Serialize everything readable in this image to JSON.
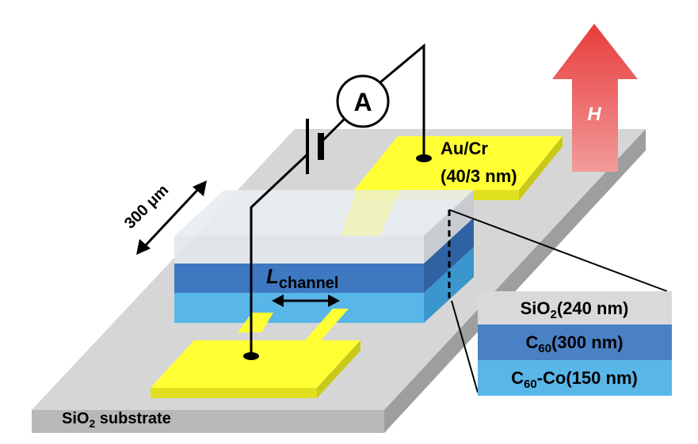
{
  "labels": {
    "ammeter": "A",
    "field": "H",
    "electrode_line1": "Au/Cr",
    "electrode_line2": "(40/3 nm)",
    "scale": "300 μm",
    "channel_L": "L",
    "channel_sub": "channel",
    "substrate_main": "SiO",
    "substrate_sub": "2",
    "substrate_rest": " substrate"
  },
  "legend": [
    {
      "main": "SiO",
      "sub": "2",
      "rest": "(240 nm)",
      "color": "#d9d9d9"
    },
    {
      "main": "C",
      "sub": "60",
      "rest": "(300 nm)",
      "color": "#4a80c4"
    },
    {
      "main": "C",
      "sub": "60",
      "rest": "-Co(150 nm)",
      "color": "#58b6e8"
    }
  ],
  "colors": {
    "electrode": "#ffff33",
    "arrow": "#e84a4a",
    "substrate": "#d4d4d4"
  }
}
